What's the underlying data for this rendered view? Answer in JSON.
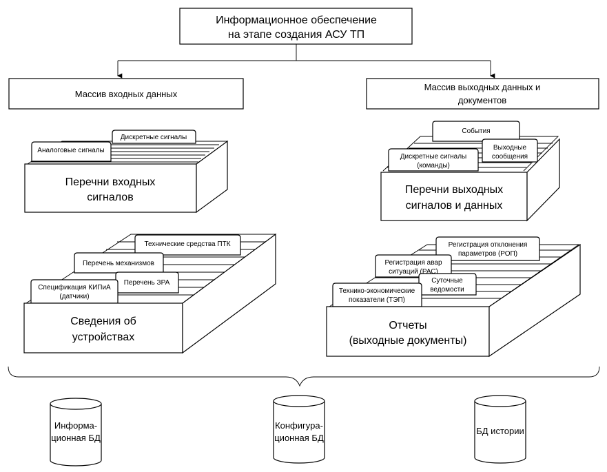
{
  "top": {
    "title_line1": "Информационное обеспечение",
    "title_line2": "на этапе создания АСУ ТП"
  },
  "input_array": {
    "label": "Массив входных данных"
  },
  "output_array": {
    "label_line1": "Массив выходных данных и",
    "label_line2": "документов"
  },
  "input_signals": {
    "title_line1": "Перечни входных",
    "title_line2": "сигналов",
    "tabs": {
      "analog": "Аналоговые сигналы",
      "discrete": "Дискретные сигналы"
    }
  },
  "output_signals": {
    "title_line1": "Перечни выходных",
    "title_line2": "сигналов и данных",
    "tabs": {
      "events": "События",
      "commands_line1": "Дискретные сигналы",
      "commands_line2": "(команды)",
      "messages_line1": "Выходные",
      "messages_line2": "сообщения"
    }
  },
  "devices": {
    "title_line1": "Сведения об",
    "title_line2": "устройствах",
    "tabs": {
      "ptk": "Технические средства ПТК",
      "mechanisms": "Перечень механизмов",
      "kip_line1": "Спецификация КИПиА",
      "kip_line2": "(датчики)",
      "zra": "Перечень ЗРА"
    }
  },
  "reports": {
    "title_line1": "Отчеты",
    "title_line2": "(выходные документы)",
    "tabs": {
      "rop_line1": "Регистрация отклонения",
      "rop_line2": "параметров (РОП)",
      "ras_line1": "Регистрация авар",
      "ras_line2": "ситуаций (РАС)",
      "tep_line1": "Технико-экономические",
      "tep_line2": "показатели (ТЭП)",
      "daily_line1": "Суточные",
      "daily_line2": "ведомости"
    }
  },
  "databases": {
    "info_line1": "Информа-",
    "info_line2": "ционная БД",
    "config_line1": "Конфигура-",
    "config_line2": "ционная БД",
    "history": "БД истории"
  }
}
